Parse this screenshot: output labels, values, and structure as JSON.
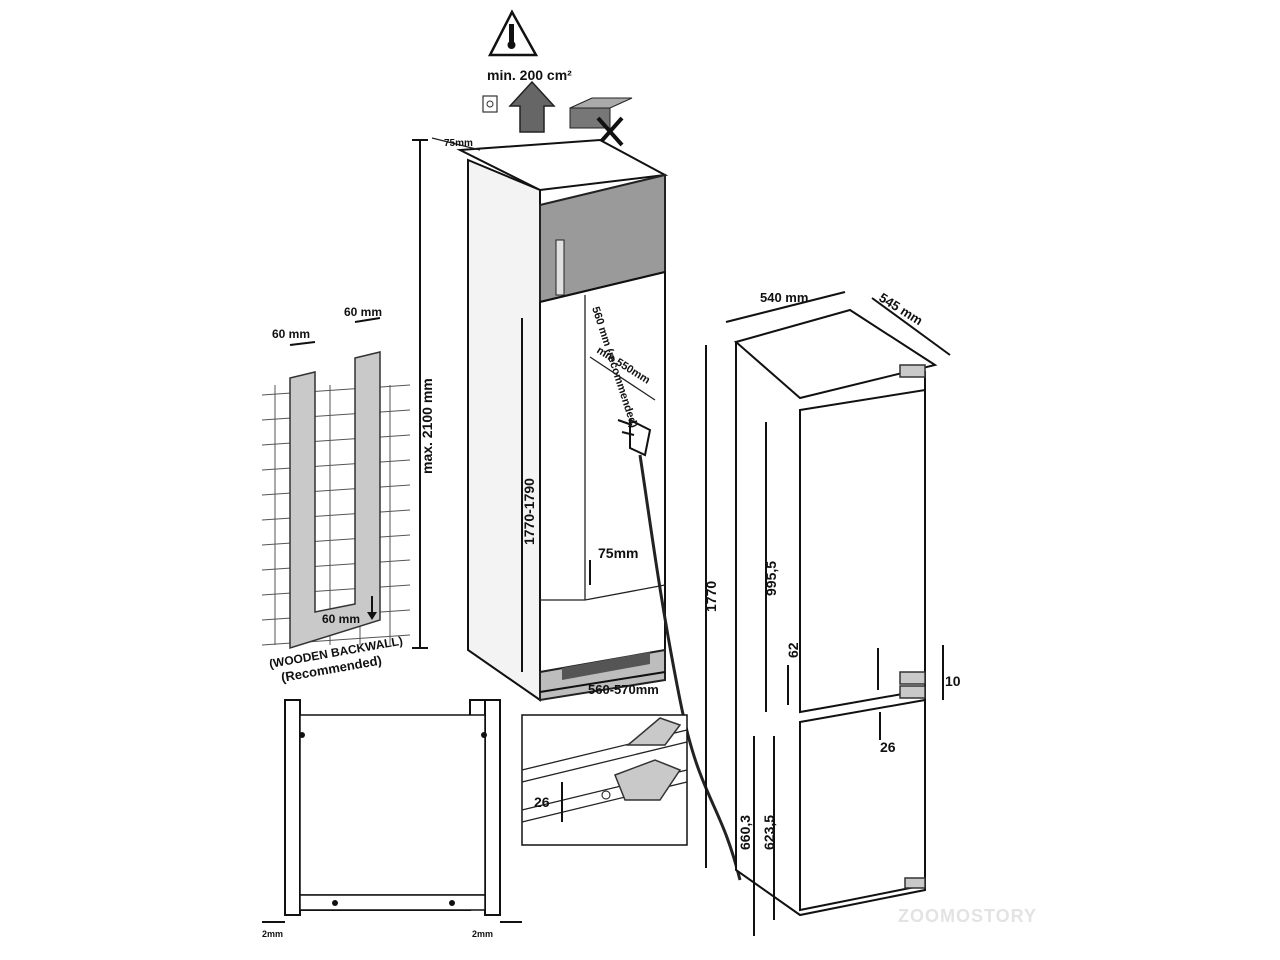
{
  "ventilation": {
    "warning_symbol": "warning-triangle-thermometer-icon",
    "area_label": "min. 200 cm²",
    "top_gap": "75mm"
  },
  "niche": {
    "height_max": "max. 2100 mm",
    "height_range": "1770-1790",
    "depth_recommended": "560 mm (recommended)",
    "depth_min": "min 550mm",
    "bottom_gap": "75mm",
    "width_range": "560-570mm"
  },
  "backwall": {
    "slot_width_left": "60 mm",
    "slot_width_right": "60 mm",
    "bottom_gap": "60 mm",
    "caption_line1": "(WOODEN BACKWALL)",
    "caption_line2": "(Recommended)"
  },
  "frame_detail": {
    "left_gap": "2mm",
    "right_gap": "2mm"
  },
  "hinge_detail": {
    "offset": "26"
  },
  "appliance": {
    "width": "540 mm",
    "depth": "545 mm",
    "height": "1770",
    "upper_door": "995,5",
    "door_gap": "62",
    "hinge_gap": "10",
    "hinge_offset": "26",
    "lower_total": "660,3",
    "lower_door": "623,5"
  },
  "watermark": "ZOOMOSTORY"
}
